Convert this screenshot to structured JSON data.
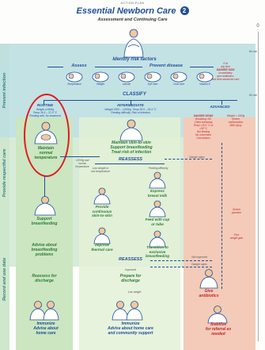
{
  "header": {
    "action_plan": "ACTION PLAN",
    "title": "Essential Newborn Care",
    "badge": "2",
    "subtitle": "Assessment and Continuing Care"
  },
  "side_bands": {
    "prevent_infection": "Prevent infection",
    "respectful_care": "Provide respectful care",
    "record": "Record and use data"
  },
  "timeline": {
    "t0": "0",
    "t60": "60 min",
    "t90": "90 min"
  },
  "top": {
    "identify": "Identify risk factors",
    "assess": "Assess",
    "prevent_disease": "Prevent disease",
    "icons": [
      "Temperature",
      "Weight",
      "Lanolin",
      "Eye care",
      "Cord care",
      "Vitamin K"
    ],
    "danger_note": [
      "If at",
      "any time",
      "DANGER SIGN",
      "Immediately",
      "give antibiotics",
      "and seek advanced care"
    ],
    "classify": "CLASSIFY"
  },
  "routine": {
    "heading": "ROUTINE",
    "details": [
      "Weight ≥2500g",
      "Temp 36.5 – 37.5 °C",
      "Feeding well, No treatment"
    ],
    "action": [
      "Maintain",
      "normal",
      "temperature"
    ],
    "support": [
      "Support",
      "breastfeeding"
    ],
    "advise": [
      "Advise about",
      "breastfeeding",
      "problems"
    ],
    "reassess": [
      "Reassess for",
      "discharge"
    ],
    "immunize": [
      "Immunize",
      "Advise about",
      "home care"
    ]
  },
  "intermediate": {
    "heading": "INTERMEDIATE",
    "details": [
      "Weight 1500 – <2500g, Temp 35.5 – 36.4 °C",
      "Feeding difficulty, Risk of infection"
    ],
    "action": [
      "Maintain skin-to-skin",
      "Support breastfeeding",
      "Treat risk of infection"
    ],
    "reassess": "REASSESS",
    "note_low": [
      "Low weight or",
      "low temperature"
    ],
    "note_feed": "Feeding difficulty",
    "express": [
      "Express",
      "breast milk"
    ],
    "skin": [
      "Provide",
      "continuous",
      "skin-to-skin"
    ],
    "cup": [
      "Feed with cup",
      "or tube"
    ],
    "thermal": [
      "Improve",
      "thermal care"
    ],
    "transition": [
      "Transition to",
      "exclusive",
      "breastfeeding"
    ],
    "reassess2": "REASSESS",
    "improved": "Improved",
    "prepare": [
      "Prepare for",
      "discharge"
    ],
    "low_weight": "Low weight",
    "immunize": [
      "Immunize",
      "Advise about home care",
      "and community support"
    ]
  },
  "advanced": {
    "heading": "ADVANCED",
    "danger_title": "DANGER SIGNS",
    "danger_list": [
      "Breathing >60",
      "Chest indrawing",
      "Temp <35.5 °C or",
      ">38 °C",
      "Not feeding",
      "No movement",
      "Convulsions"
    ],
    "weight_list": [
      "Weight < 1500g",
      "Severe",
      "malformation",
      "Birth injury"
    ],
    "severe": [
      "Severe",
      "jaundice"
    ],
    "poor": [
      "Poor",
      "weight gain"
    ],
    "give": [
      "Give",
      "antibiotics"
    ],
    "stabilize": [
      "Stabilize",
      "for referral as",
      "needed"
    ]
  },
  "arrows": {
    "danger_signs": "Danger signs",
    "not_improved": "Not improved",
    "danger_signs2": "Danger signs",
    "ms_note": [
      "<2000g and",
      "normal",
      "temperature"
    ]
  }
}
